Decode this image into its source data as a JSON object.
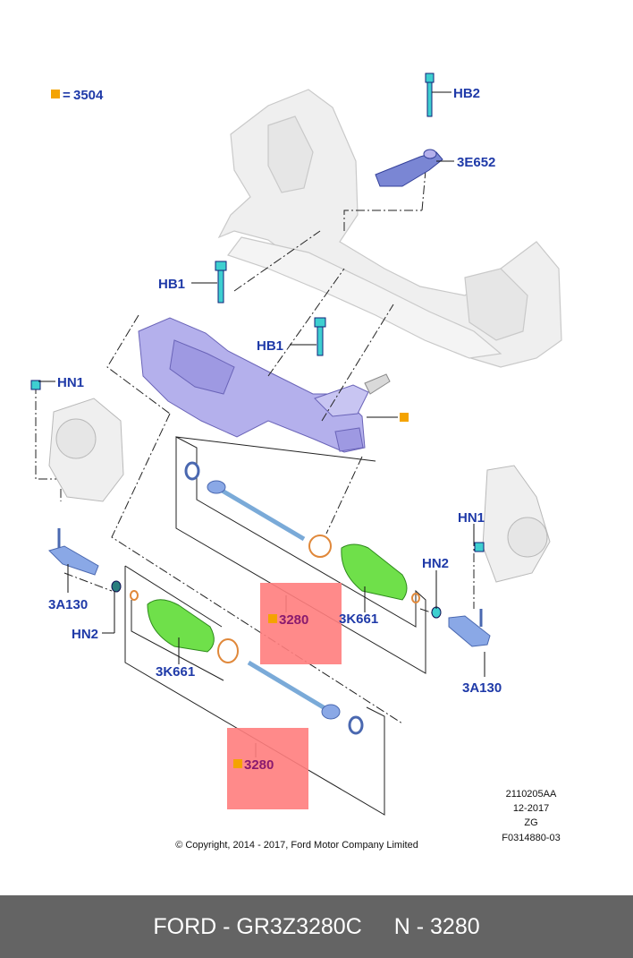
{
  "legend": {
    "code": "3504",
    "equals": "="
  },
  "labels": {
    "hb2": "HB2",
    "idler": "3E652",
    "hb1_left": "HB1",
    "hb1_right": "HB1",
    "hn1_left": "HN1",
    "hn1_right": "HN1",
    "hn2_right": "HN2",
    "hn2_left": "HN2",
    "tie_rod_end_left": "3A130",
    "tie_rod_end_right": "3A130",
    "boot_upper": "3K661",
    "boot_lower": "3K661",
    "rod_upper": "3280",
    "rod_lower": "3280"
  },
  "info": {
    "line1": "2110205AA",
    "line2": "12-2017",
    "line3": "ZG",
    "line4": "F0314880-03"
  },
  "copyright": "© Copyright, 2014 - 2017, Ford Motor Company Limited",
  "footer": {
    "part": "FORD - GR3Z3280C",
    "ref": "N - 3280"
  },
  "colors": {
    "label": "#1f3aa8",
    "highlight": "#ff7d7d",
    "legend_square": "#f4a300",
    "boot": "#6fe04a",
    "rack": "#b4b0ec",
    "bolt": "#3ecfd0",
    "footer_bg": "#646464"
  }
}
